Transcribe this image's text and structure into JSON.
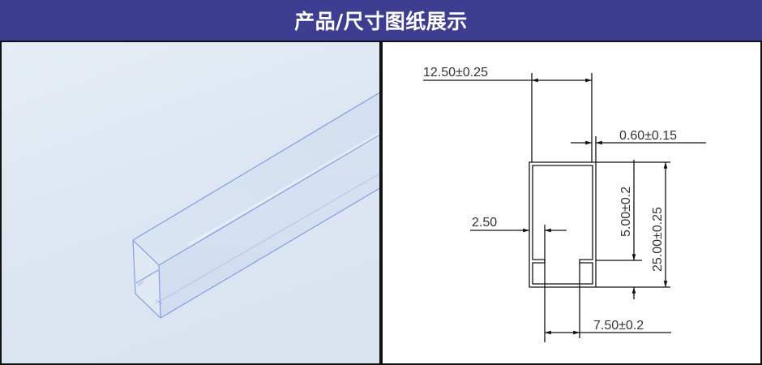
{
  "header": {
    "title": "产品/尺寸图纸展示",
    "background_color": "#3d3e92",
    "text_color": "#ffffff"
  },
  "photo_panel": {
    "subject": "transparent-rectangular-tube",
    "tube_edge_color": "#7f9fe0",
    "background_color": "#e0e8f3"
  },
  "drawing_panel": {
    "dimensions": {
      "width_label": "12.50±0.25",
      "wall_thickness_label": "0.60±0.15",
      "lip_gap_label": "2.50",
      "lip_depth_label": "5.00±0.2",
      "height_label": "25.00±0.25",
      "opening_label": "7.50±0.2"
    },
    "line_color": "#111111",
    "text_color": "#333333"
  }
}
